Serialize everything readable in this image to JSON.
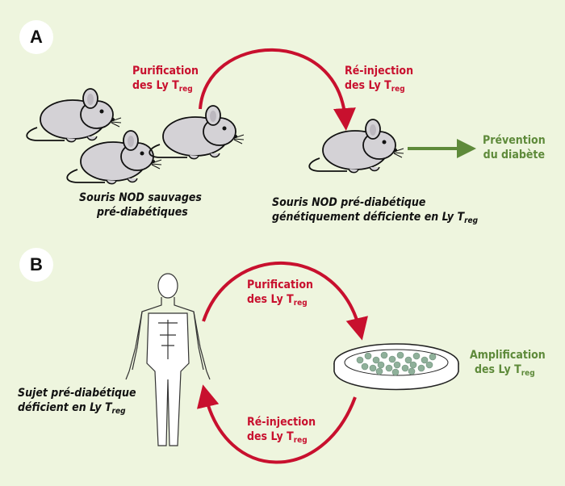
{
  "panel_a": {
    "badge": "A",
    "purification": {
      "line1": "Purification",
      "line2": "des Ly T",
      "sub": "reg"
    },
    "reinjection": {
      "line1": "Ré-injection",
      "line2": "des Ly T",
      "sub": "reg"
    },
    "prevention": {
      "line1": "Prévention",
      "line2": "du diabète"
    },
    "wild_mice": {
      "line1": "Souris NOD sauvages",
      "line2": "pré-diabétiques"
    },
    "deficient_mouse": {
      "line1": "Souris NOD pré-diabétique",
      "line2": "génétiquement déficiente en Ly T",
      "sub": "reg"
    }
  },
  "panel_b": {
    "badge": "B",
    "purification": {
      "line1": "Purification",
      "line2": "des Ly T",
      "sub": "reg"
    },
    "reinjection": {
      "line1": "Ré-injection",
      "line2": "des Ly T",
      "sub": "reg"
    },
    "amplification": {
      "line1": "Amplification",
      "line2": "des Ly T",
      "sub": "reg"
    },
    "subject": {
      "line1": "Sujet  pré-diabétique",
      "line2": "déficient en Ly T",
      "sub": "reg"
    }
  },
  "colors": {
    "background": "#eef5de",
    "red_arrow": "#c8102e",
    "green_arrow": "#5e8a3a",
    "mouse_body": "#d4d2d6",
    "cells": "#8fb09a"
  }
}
